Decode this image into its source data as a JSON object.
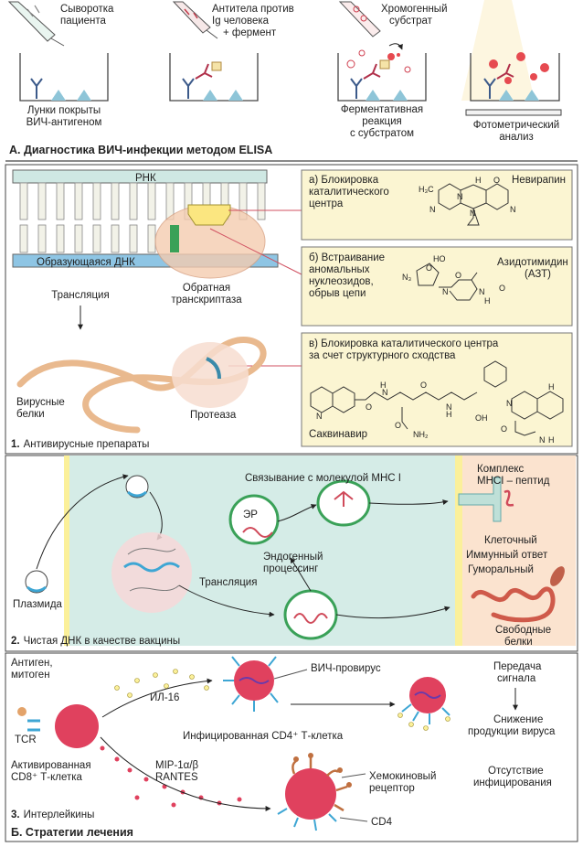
{
  "sectionA": {
    "title": "А. Диагностика ВИЧ-инфекции методом ELISA",
    "serum": [
      "Сыворотка",
      "пациента"
    ],
    "antibodies": [
      "Антитела против",
      "Ig человека",
      "+ фермент"
    ],
    "substrate": [
      "Хромогенный",
      "субстрат"
    ],
    "wells": [
      "Лунки покрыты",
      "ВИЧ-антигеном"
    ],
    "reaction": [
      "Ферментативная",
      "реакция",
      "с субстратом"
    ],
    "photometric": [
      "Фотометрический",
      "анализ"
    ]
  },
  "panel1": {
    "caption_num": "1.",
    "caption": "Антивирусные препараты",
    "rna": "РНК",
    "dna": "Образующаяся ДНК",
    "translation": "Трансляция",
    "rt": [
      "Обратная",
      "транскриптаза"
    ],
    "viral_proteins": [
      "Вирусные",
      "белки"
    ],
    "protease": "Протеаза",
    "box_a": [
      "а) Блокировка",
      "каталитического",
      "центра"
    ],
    "nevirapine": "Невирапин",
    "box_b": [
      "б) Встраивание",
      "аномальных",
      "нуклеозидов,",
      "обрыв цепи"
    ],
    "azt": [
      "Азидотимидин",
      "(АЗТ)"
    ],
    "box_c": [
      "в) Блокировка каталитического центра",
      "за счет структурного сходства"
    ],
    "saquinavir": "Саквинавир"
  },
  "panel2": {
    "caption_num": "2.",
    "caption": "Чистая ДНК в качестве вакцины",
    "plasmid": "Плазмида",
    "mhc_binding": "Связывание с молекулой MHC I",
    "er": "ЭР",
    "endogenous": [
      "Эндогенный",
      "процессинг"
    ],
    "translation": "Трансляция",
    "complex": [
      "Комплекс",
      "MHCI – пептид"
    ],
    "cellular": "Клеточный",
    "immune": "Иммунный ответ",
    "humoral": "Гуморальный",
    "free_proteins": [
      "Свободные",
      "белки"
    ]
  },
  "panel3": {
    "caption_num": "3.",
    "caption": "Интерлейкины",
    "antigen": [
      "Антиген,",
      "митоген"
    ],
    "tcr": "TCR",
    "il16": "ИЛ-16",
    "provirus": "ВИЧ-провирус",
    "infected": "Инфицированная CD4⁺ Т-клетка",
    "signal": [
      "Передача",
      "сигнала"
    ],
    "reduction": [
      "Снижение",
      "продукции вируса"
    ],
    "activated": [
      "Активированная",
      "CD8⁺ Т-клетка"
    ],
    "mip": [
      "MIP-1α/β",
      "RANTES"
    ],
    "chemokine": [
      "Хемокиновый",
      "рецептор"
    ],
    "absence": [
      "Отсутствие",
      "инфицирования"
    ],
    "cd4": "CD4"
  },
  "sectionB": {
    "title": "Б. Стратегии лечения"
  },
  "chem": {
    "nev": [
      "H",
      "O",
      "N",
      "N",
      "N",
      "N",
      "H₃C"
    ],
    "azt": [
      "HO",
      "O",
      "N₃",
      "N",
      "N",
      "H",
      "O",
      "O"
    ],
    "saq": [
      "N",
      "N",
      "H",
      "O",
      "O",
      "N",
      "H",
      "OH",
      "N",
      "O",
      "NH₂",
      "O",
      "N",
      "H",
      "H"
    ]
  },
  "colors": {
    "teal": "#cfe8e3",
    "orange": "#f4ccb0",
    "yellow": "#fbf5d2",
    "red": "#e0415e",
    "blue": "#3ea6d4"
  }
}
